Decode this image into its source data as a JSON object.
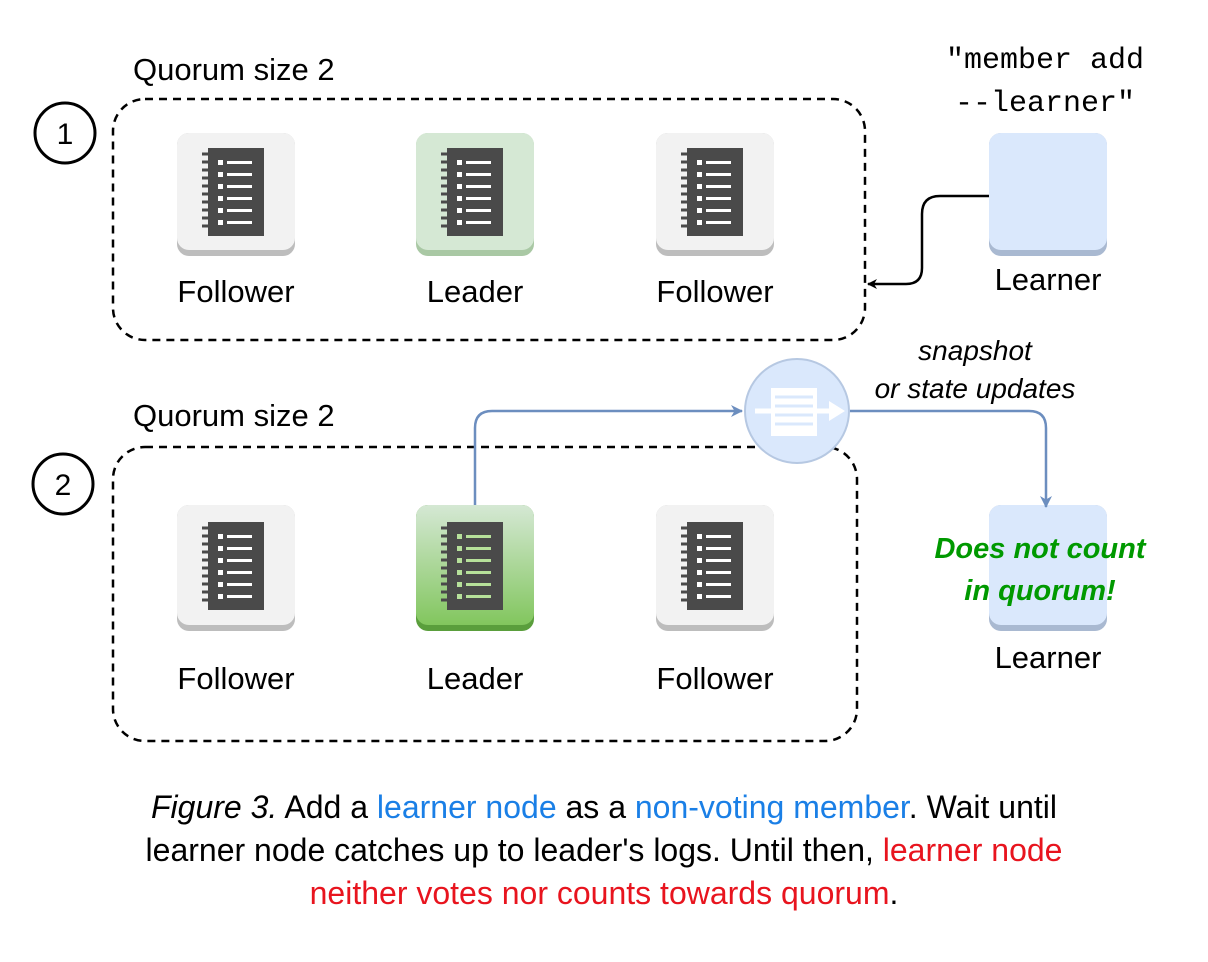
{
  "step1": {
    "number": "1",
    "quorum_label": "Quorum size 2",
    "nodes": [
      "Follower",
      "Leader",
      "Follower"
    ],
    "command_line1": "\"member add",
    "command_line2": "--learner\"",
    "learner_label": "Learner"
  },
  "step2": {
    "number": "2",
    "quorum_label": "Quorum size 2",
    "nodes": [
      "Follower",
      "Leader",
      "Follower"
    ],
    "transfer_line1": "snapshot",
    "transfer_line2": "or state updates",
    "learner_note_line1": "Does not count",
    "learner_note_line2": "in quorum!",
    "learner_label": "Learner"
  },
  "caption": {
    "figure": "Figure 3.",
    "part1": " Add a ",
    "learner_node": "learner node",
    "part2": " as a ",
    "non_voting": "non-voting member",
    "part3": ". Wait until",
    "line2": "learner node catches up to leader's logs. Until then, ",
    "red1": "learner node",
    "red2": "neither votes nor counts towards quorum",
    "end": "."
  },
  "colors": {
    "follower_fill": "#f2f2f2",
    "leader1_fill": "#d5e8d4",
    "leader2_fill": "#82c65e",
    "learner_fill": "#dae8fc",
    "arrow_blue": "#6c8ebf",
    "note_green": "#009900",
    "caption_blue": "#1a7fe6",
    "caption_red": "#e8141e"
  },
  "icons": {
    "node": "document-list-icon",
    "transfer": "message-queue-icon"
  }
}
